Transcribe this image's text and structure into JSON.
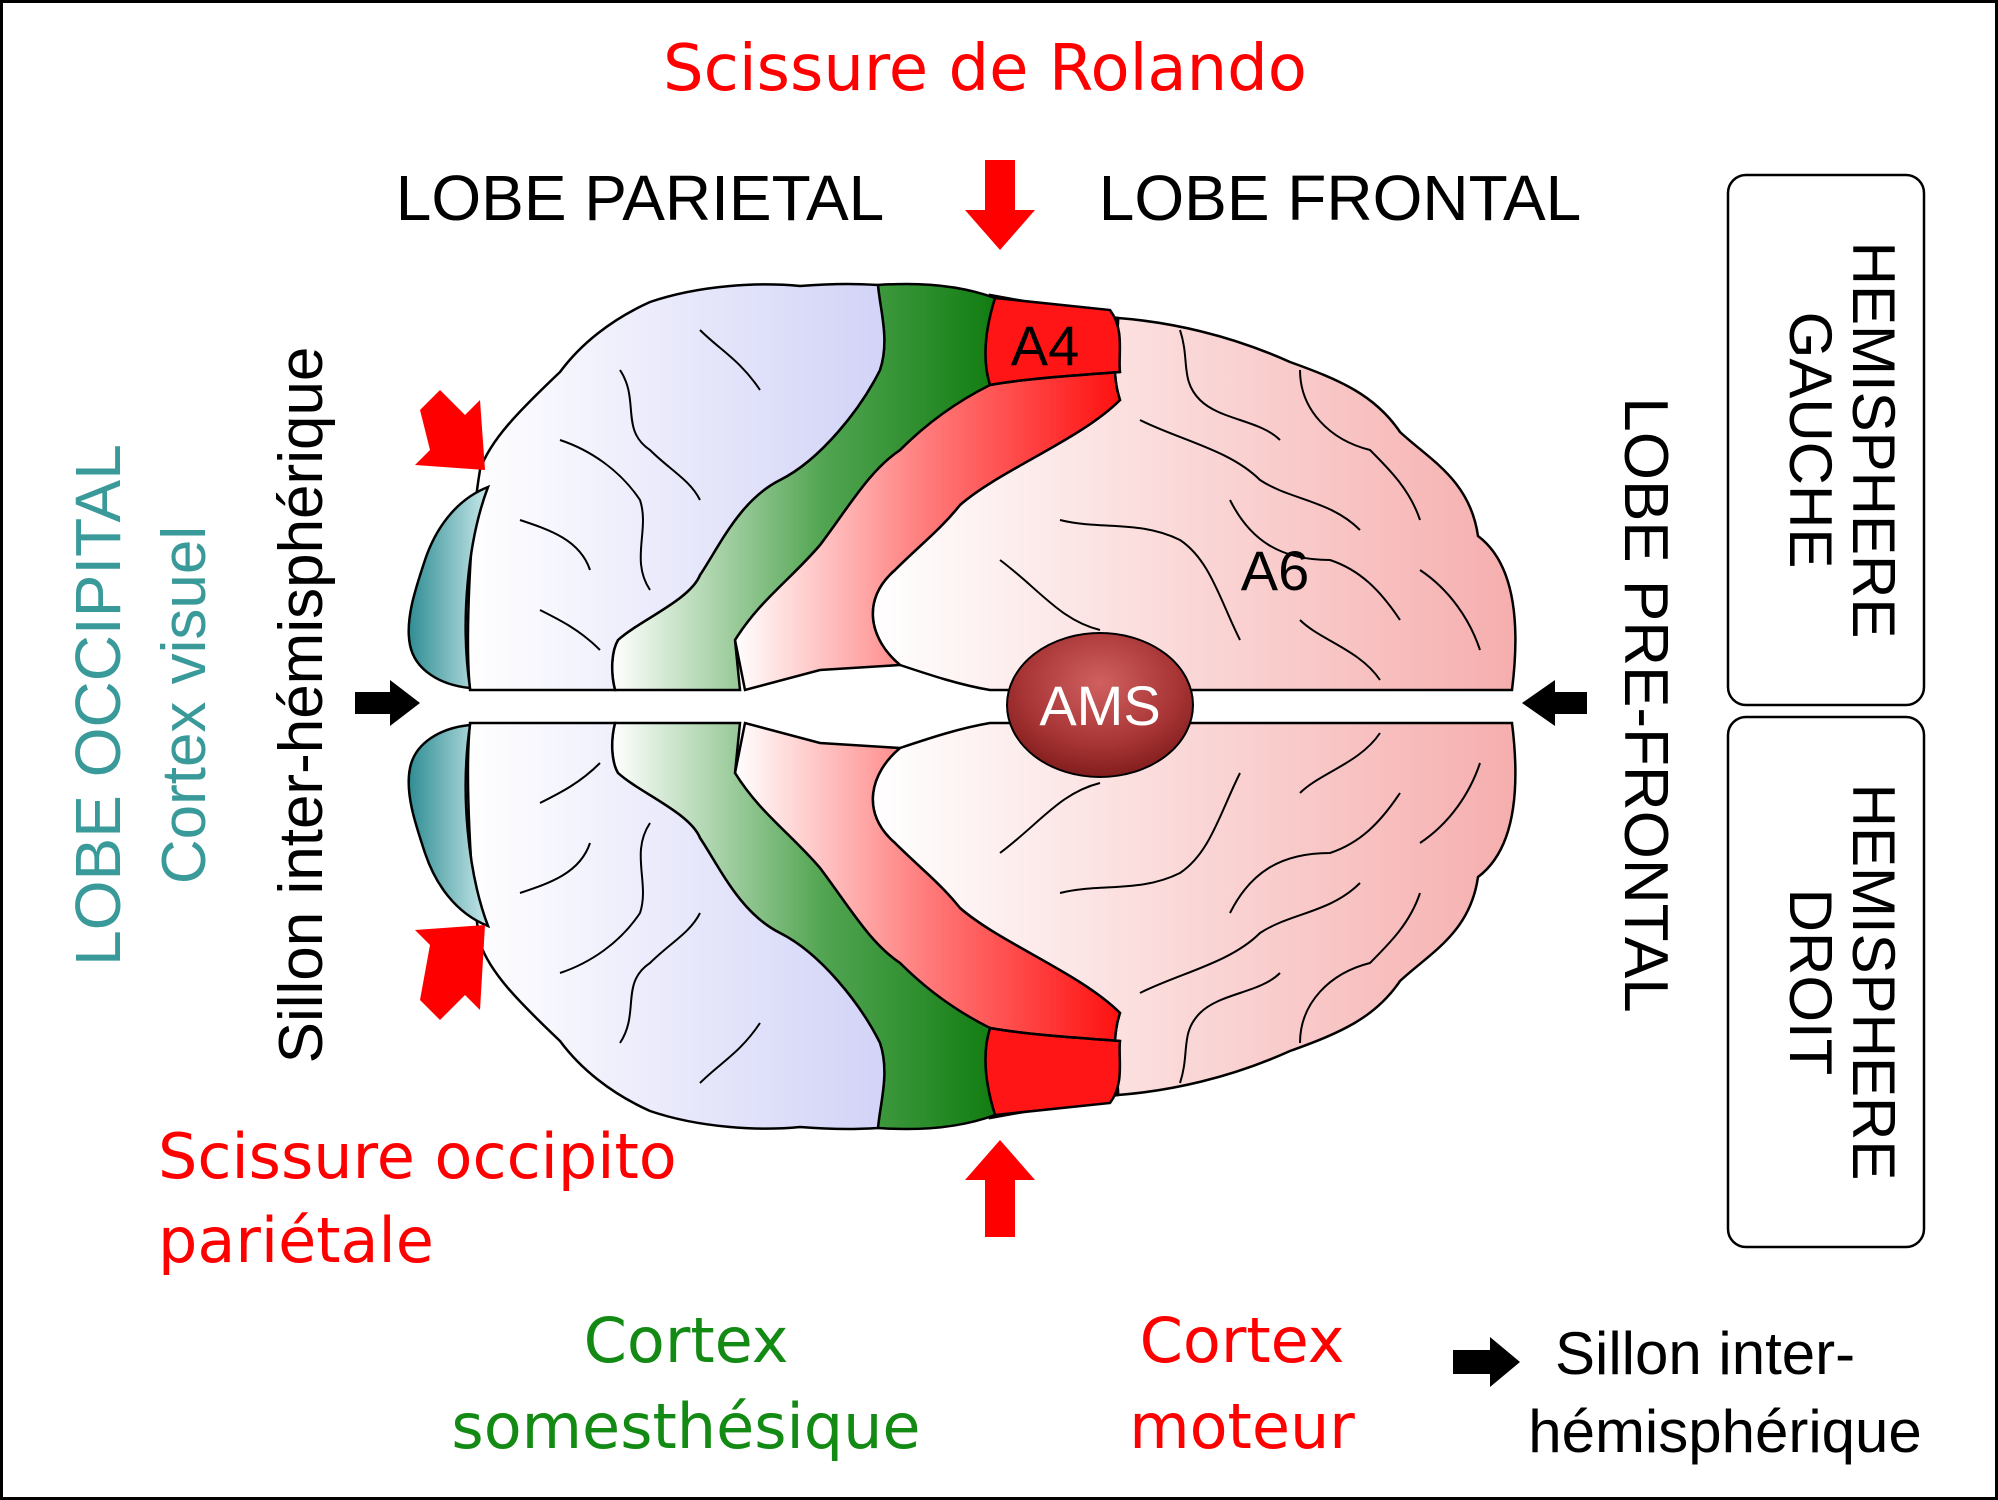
{
  "labels": {
    "rolando": "Scissure de Rolando",
    "lobe_parietal": "LOBE PARIETAL",
    "lobe_frontal": "LOBE FRONTAL",
    "a4": "A4",
    "a6": "A6",
    "ams": "AMS",
    "lobe_occipital": "LOBE OCCIPITAL",
    "cortex_visuel": "Cortex visuel",
    "sillon_vertical": "Sillon inter-hémisphérique",
    "lobe_prefrontal": "LOBE PRE-FRONTAL",
    "hemisphere_gauche_1": "HEMISPHERE",
    "hemisphere_gauche_2": "GAUCHE",
    "hemisphere_droit_1": "HEMISPHERE",
    "hemisphere_droit_2": "DROIT",
    "scissure_occipito_1": "Scissure occipito",
    "scissure_occipito_2": "pariétale"
  },
  "legend": {
    "somesthesique_1": "Cortex",
    "somesthesique_2": "somesthésique",
    "moteur_1": "Cortex",
    "moteur_2": "moteur",
    "sillon_1": "Sillon inter-",
    "sillon_2": "hémisphérique"
  },
  "colors": {
    "red_label": "#ff0000",
    "teal_label": "#3a9a9a",
    "green_label": "#138a13",
    "somesthesic_green": "#1a7f1a",
    "motor_red": "#ff1a1a",
    "frontal_pink": "#f7b4b4",
    "parietal_lavender": "#d4d4f8",
    "occipital_teal": "#3d9aa0",
    "ams_dark": "#8a2020"
  }
}
